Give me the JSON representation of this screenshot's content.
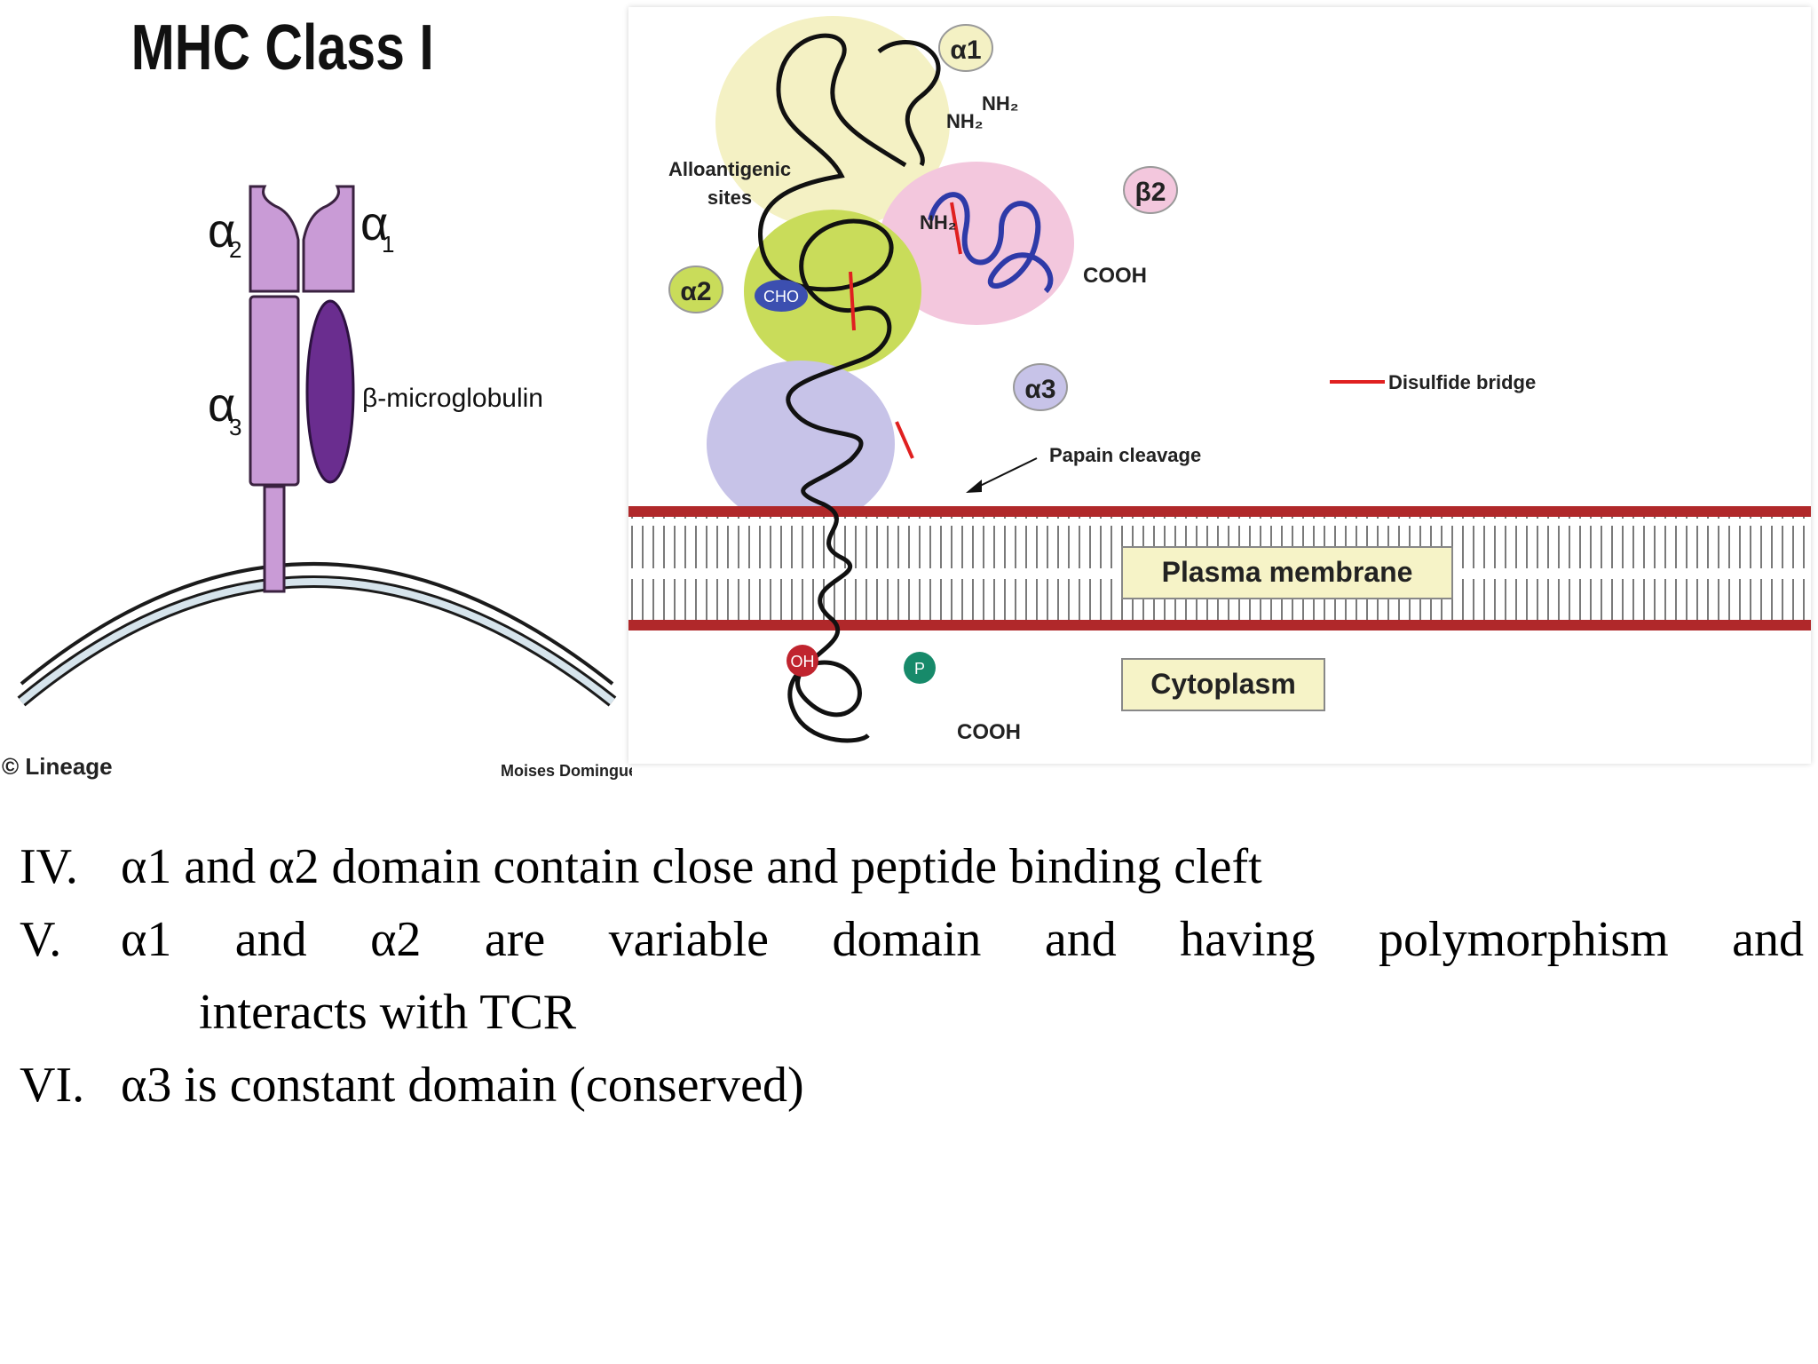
{
  "left_figure": {
    "title": "MHC Class I",
    "labels": {
      "alpha2": "α",
      "alpha2_sub": "2",
      "alpha1": "α",
      "alpha1_sub": "1",
      "alpha3": "α",
      "alpha3_sub": "3",
      "beta_micro": "β-microglobulin"
    },
    "credit_left": "© Lineage",
    "credit_right": "Moises Dominguez"
  },
  "right_figure": {
    "domains": {
      "a1": "α1",
      "a2": "α2",
      "a3": "α3",
      "b2": "β2"
    },
    "nh2_a": "NH₂",
    "nh2_b": "NH₂",
    "nh2_c": "NH₂",
    "cooh_b2": "COOH",
    "cooh_tail": "COOH",
    "cho": "CHO",
    "alloantigenic_1": "Alloantigenic",
    "alloantigenic_2": "sites",
    "disulfide": "Disulfide bridge",
    "papain": "Papain cleavage",
    "plasma_membrane": "Plasma membrane",
    "cytoplasm": "Cytoplasm",
    "oh": "OH",
    "p": "P"
  },
  "bullets": [
    {
      "num": "IV.",
      "text": "α1 and α2 domain contain close and peptide binding cleft"
    },
    {
      "num": "V.",
      "text": "α1  and  α2   are  variable  domain  and  having  polymorphism  and",
      "cont": "interacts with TCR"
    },
    {
      "num": "VI.",
      "text": "α3 is constant domain (conserved)"
    }
  ],
  "colors": {
    "domain_purple": "#c99bd6",
    "beta_micro": "#6a2d8f",
    "membrane_head": "#b0282a",
    "alpha1_fill": "#f4f1c4",
    "alpha2_fill": "#c9dc5a",
    "alpha3_fill": "#c7c3e8",
    "beta2_fill": "#f3c7dd",
    "disulfide": "#e02020",
    "beta2_strand": "#2e3aa8"
  }
}
